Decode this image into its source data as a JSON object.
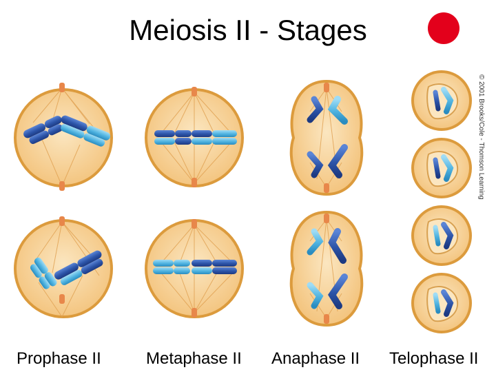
{
  "title": "Meiosis II - Stages",
  "copyright": "© 2001 Brooks/Cole - Thomson Learning",
  "stages": [
    {
      "label": "Prophase II"
    },
    {
      "label": "Metaphase II"
    },
    {
      "label": "Anaphase II"
    },
    {
      "label": "Telophase II"
    }
  ],
  "colors": {
    "accent_dot": "#e3001b",
    "cell_fill": "#f6d49a",
    "cell_border": "#dc9b3d",
    "chromatid_dark": "#2c54a8",
    "chromatid_light": "#4fb3e0",
    "spindle": "#e5a24f",
    "centrosome": "#e8874a"
  }
}
